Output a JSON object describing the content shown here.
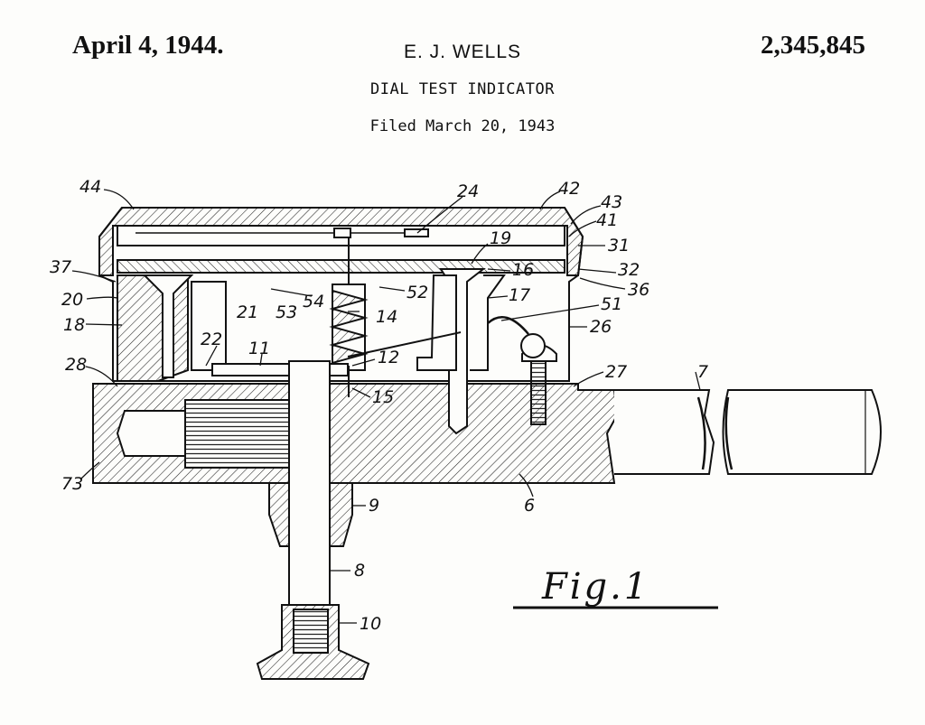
{
  "header": {
    "date": "April 4, 1944.",
    "inventor": "E. J. WELLS",
    "patent_number": "2,345,845",
    "title": "DIAL TEST INDICATOR",
    "filed": "Filed March 20, 1943"
  },
  "figure_label": "Fig.1",
  "reference_numerals": {
    "n44": "44",
    "n24": "24",
    "n42": "42",
    "n43": "43",
    "n41": "41",
    "n31": "31",
    "n19": "19",
    "n37": "37",
    "n16": "16",
    "n32": "32",
    "n36": "36",
    "n20": "20",
    "n21": "21",
    "n53": "53",
    "n54": "54",
    "n52": "52",
    "n17": "17",
    "n51": "51",
    "n14": "14",
    "n26": "26",
    "n18": "18",
    "n22": "22",
    "n11": "11",
    "n12": "12",
    "n28": "28",
    "n27": "27",
    "n7": "7",
    "n15": "15",
    "n73": "73",
    "n6": "6",
    "n9": "9",
    "n8": "8",
    "n10": "10"
  }
}
